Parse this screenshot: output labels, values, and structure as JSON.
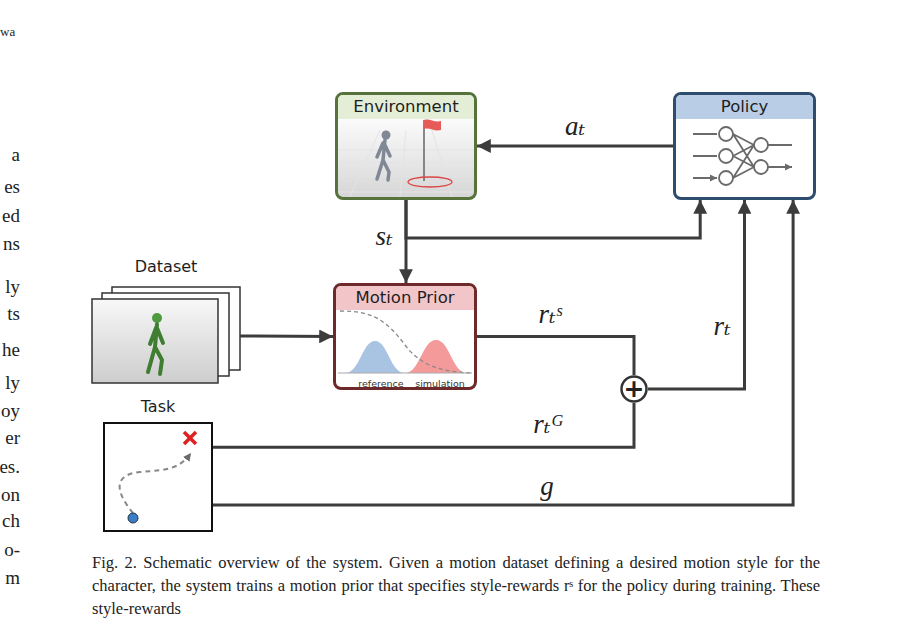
{
  "diagram": {
    "caption": "Fig. 2. Schematic overview of the system. Given a motion dataset defining a desired motion style for the character, the system trains a motion prior that specifies style-rewards rˢ for the policy during training. These style-rewards",
    "nodes": [
      {
        "text": [
          "Environment"
        ]
      },
      {
        "text": [
          "Policy"
        ]
      },
      {
        "text": [
          "Dataset"
        ]
      },
      {
        "text": [
          "Motion Prior",
          "reference",
          "simulation"
        ]
      },
      {
        "text": [
          "Task"
        ]
      },
      {
        "text": [
          "+"
        ]
      }
    ],
    "edges": [
      {
        "from": 1,
        "to": 0,
        "label": "aₜ",
        "arrow": "to"
      },
      {
        "from": 0,
        "to": 3,
        "label": "sₜ",
        "arrow": "to"
      },
      {
        "from": 0,
        "to": 1,
        "arrow": "to"
      },
      {
        "from": 2,
        "to": 3,
        "arrow": "to"
      },
      {
        "from": 3,
        "to": 5,
        "label": "rₜˢ",
        "arrow": "none"
      },
      {
        "from": 4,
        "to": 5,
        "label": "rₜᴳ",
        "arrow": "none"
      },
      {
        "from": 5,
        "to": 1,
        "label": "rₜ",
        "arrow": "to"
      },
      {
        "from": 4,
        "to": 1,
        "label": "g",
        "arrow": "to"
      }
    ],
    "labels": [
      "wa",
      "a",
      "es",
      "ed",
      "ns",
      "ly",
      "ts",
      "he",
      "ly",
      "oy",
      "er",
      "es.",
      "on",
      "ch",
      "o-",
      "m"
    ]
  }
}
